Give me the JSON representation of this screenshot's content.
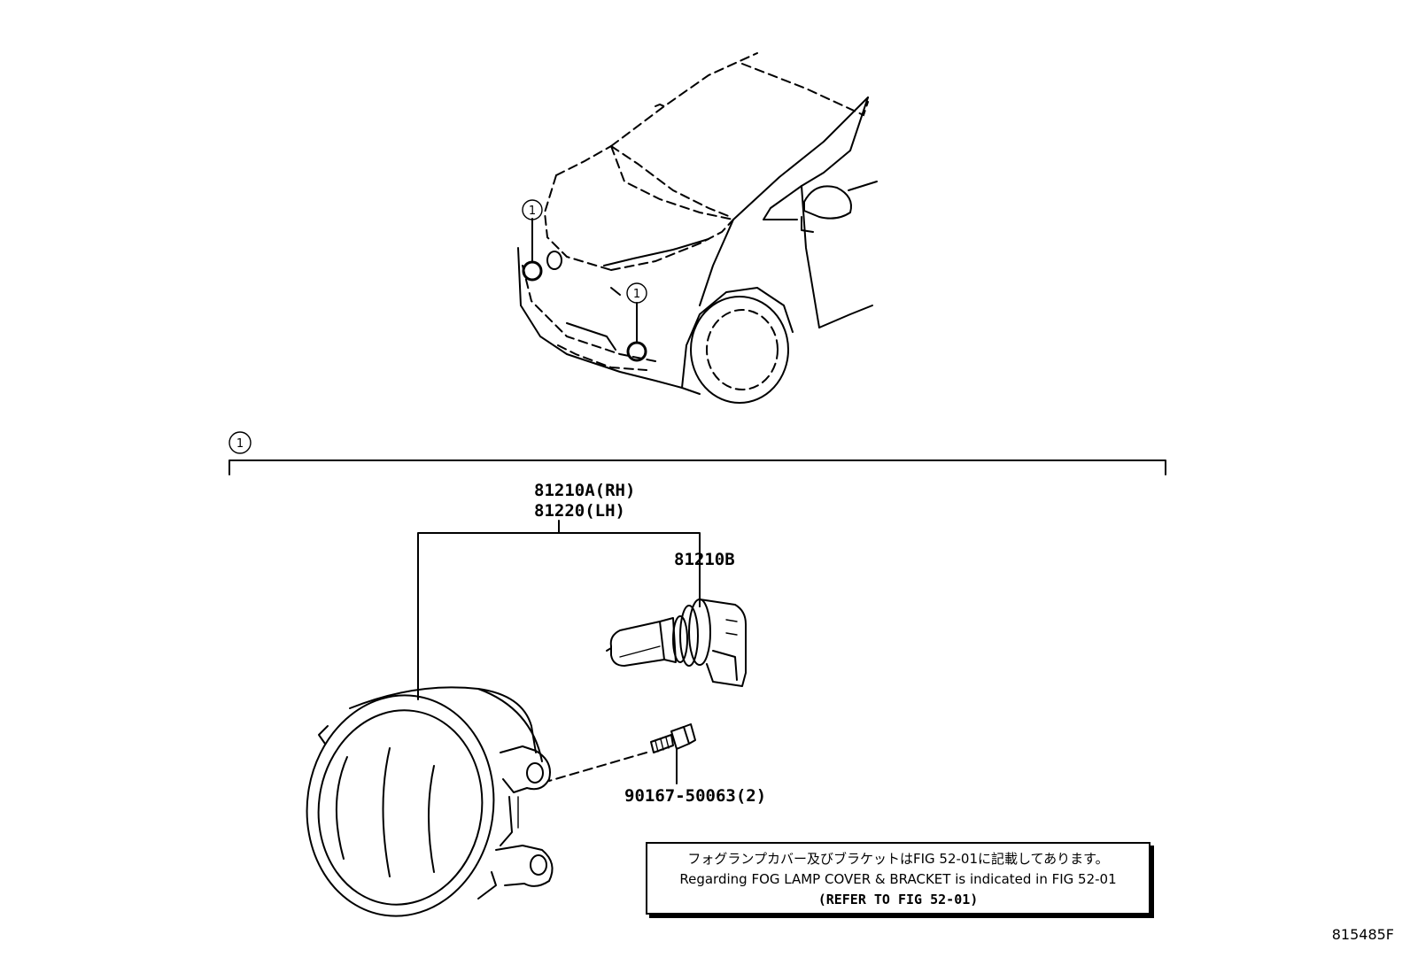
{
  "callout_number": "1",
  "parts": {
    "assembly_rh": "81210A(RH)",
    "assembly_lh": "81220(LH)",
    "bulb": "81210B",
    "screw": "90167-50063(2)"
  },
  "note": {
    "japanese": "フォグランプカバー及びブラケットはFIG 52-01に記載してあります。",
    "english": "Regarding FOG LAMP COVER & BRACKET is indicated in FIG 52-01",
    "reference": "(REFER TO FIG 52-01)"
  },
  "figure_id": "815485F"
}
